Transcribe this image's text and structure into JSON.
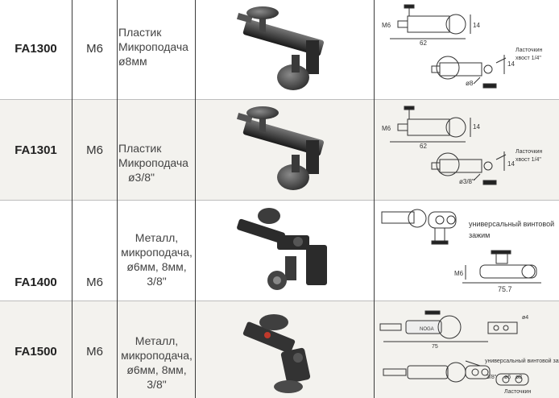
{
  "rows": [
    {
      "code": "FA1300",
      "thread": "M6",
      "desc": [
        "Пластик",
        "Микроподача",
        "ø8мм"
      ],
      "drawing": {
        "m6": "M6",
        "h1": "14",
        "h2": "14",
        "len": "62",
        "tail": "Ласточкин",
        "tail2": "хвост  1/4\"",
        "dia": "ø8"
      }
    },
    {
      "code": "FA1301",
      "thread": "M6",
      "desc": [
        "Пластик",
        "Микроподача",
        "ø3/8\""
      ],
      "drawing": {
        "m6": "M6",
        "h1": "14",
        "h2": "14",
        "len": "62",
        "tail": "Ласточкин",
        "tail2": "хвост  1/4\"",
        "dia": "ø3/8\""
      }
    },
    {
      "code": "FA1400",
      "thread": "M6",
      "desc": [
        "Металл,",
        "микроподача,",
        "ø6мм, 8мм,",
        "3/8\""
      ],
      "drawing": {
        "clamp": "универсальный винтовой",
        "clamp2": "зажим",
        "m6": "M6",
        "len": "75.7"
      }
    },
    {
      "code": "FA1500",
      "thread": "M6",
      "desc": [
        "Металл,",
        "микроподача,",
        "ø6мм, 8мм,",
        "3/8\""
      ],
      "drawing": {
        "brand": "NOGA",
        "d1": "ø4",
        "len": "75",
        "clamp": "универсальный винтовой зажим",
        "d2": "3/8\"",
        "d3": "ø6",
        "d4": "ø8",
        "tail": "Ласточкин"
      }
    }
  ]
}
